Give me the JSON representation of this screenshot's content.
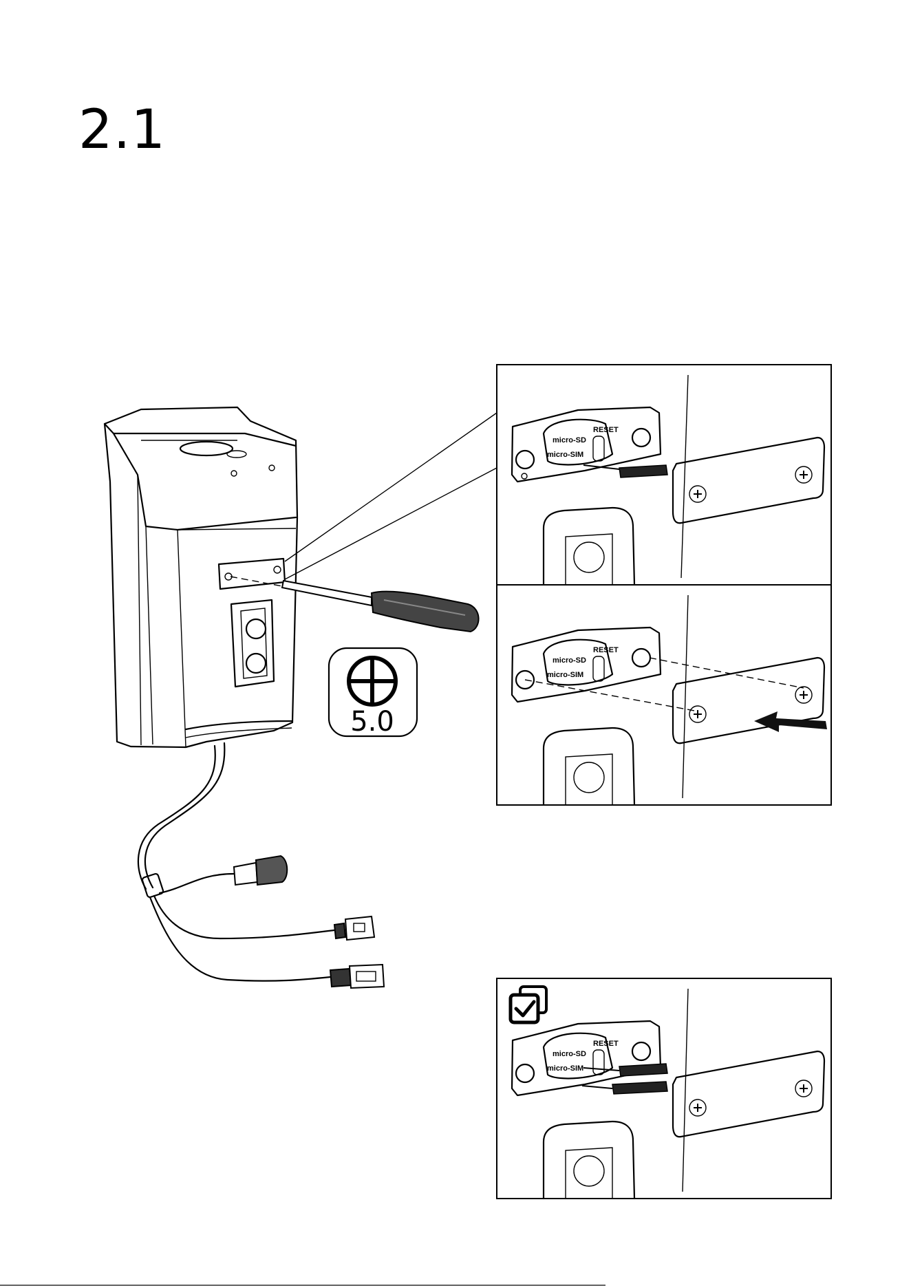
{
  "page": {
    "section_number": "2.1"
  },
  "tool_badge": {
    "size": "5.0",
    "icon": "phillips-screwdriver-icon"
  },
  "slot_labels": {
    "microsd": "micro-SD",
    "microsim": "micro-SIM",
    "reset": "RESET"
  },
  "check_badge": {
    "icon": "checked-copies-icon"
  }
}
